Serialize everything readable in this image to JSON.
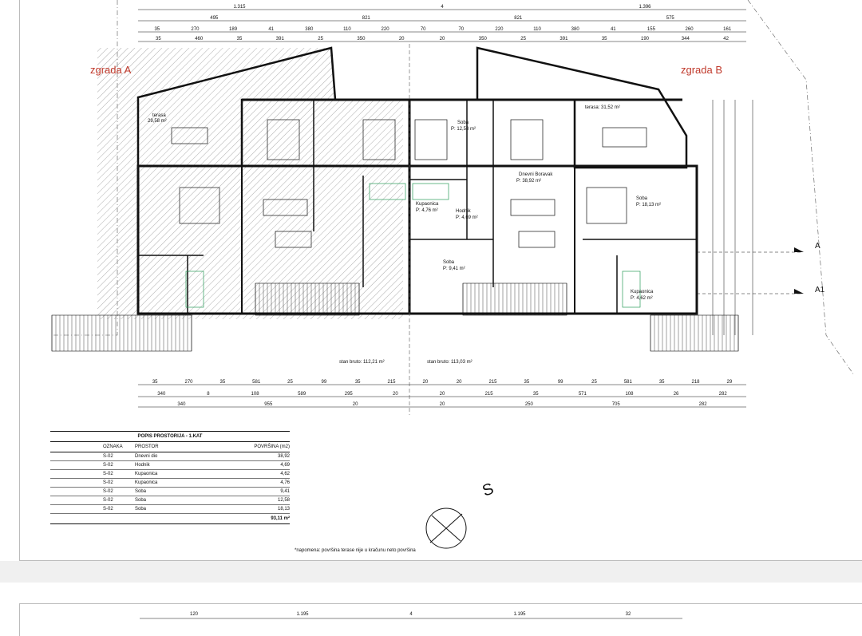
{
  "buildings": {
    "a": "zgrada A",
    "b": "zgrada B"
  },
  "axis_markers": [
    "A",
    "A1"
  ],
  "top_dims": {
    "row1": [
      "1.315",
      "4",
      "1.396"
    ],
    "row2": [
      "495",
      "821",
      "821",
      "575"
    ],
    "row3": [
      "35",
      "270",
      "189",
      "41",
      "380",
      "110",
      "220",
      "70",
      "70",
      "220",
      "110",
      "380",
      "41",
      "155",
      "260",
      "161"
    ],
    "row4": [
      "35",
      "460",
      "35",
      "391",
      "25",
      "350",
      "20",
      "20",
      "350",
      "25",
      "391",
      "35",
      "190",
      "344",
      "42"
    ]
  },
  "bottom_dims": {
    "row1": [
      "35",
      "270",
      "35",
      "581",
      "25",
      "99",
      "35",
      "215",
      "20",
      "20",
      "215",
      "35",
      "99",
      "25",
      "581",
      "35",
      "218",
      "29"
    ],
    "row2": [
      "340",
      "8",
      "108",
      "589",
      "295",
      "20",
      "20",
      "215",
      "35",
      "571",
      "108",
      "26",
      "282"
    ],
    "row3": [
      "340",
      "955",
      "20",
      "20",
      "250",
      "705",
      "282"
    ]
  },
  "rooms": {
    "terasa_a": "terasa",
    "terasa_a_area": "29,58 m²",
    "terasa_b": "terasa: 31,52 m²",
    "soba1": "Soba",
    "soba1_area": "P: 12,58 m²",
    "dnevni": "Dnevni Boravak",
    "dnevni_area": "P: 38,92 m²",
    "soba2": "Soba",
    "soba2_area": "P: 18,13 m²",
    "kup1": "Kupaonica",
    "kup1_area": "P: 4,76 m²",
    "hodnik": "Hodnik",
    "hodnik_area": "P: 4,69 m²",
    "soba3": "Soba",
    "soba3_area": "P: 9,41 m²",
    "kup2": "Kupaonica",
    "kup2_area": "P: 4,62 m²",
    "stan_a": "stan bruto: 112,21 m²",
    "stan_b": "stan bruto: 113,03 m²"
  },
  "table": {
    "title": "POPIS PROSTORIJA - 1.KAT",
    "headers": [
      "OZNAKA",
      "PROSTOR",
      "POVRŠINA (m2)"
    ],
    "rows": [
      [
        "S-02",
        "Dnevni dio",
        "38,92"
      ],
      [
        "S-02",
        "Hodnik",
        "4,69"
      ],
      [
        "S-02",
        "Kupaonica",
        "4,62"
      ],
      [
        "S-02",
        "Kupaonica",
        "4,76"
      ],
      [
        "S-02",
        "Soba",
        "9,41"
      ],
      [
        "S-02",
        "Soba",
        "12,58"
      ],
      [
        "S-02",
        "Soba",
        "18,13"
      ]
    ],
    "total": "93,11 m²"
  },
  "note": "*napomena: površina terase nije u kračunu neto površina",
  "north": "S",
  "sheet2_dims": [
    "120",
    "1.195",
    "4",
    "1.195",
    "32"
  ]
}
